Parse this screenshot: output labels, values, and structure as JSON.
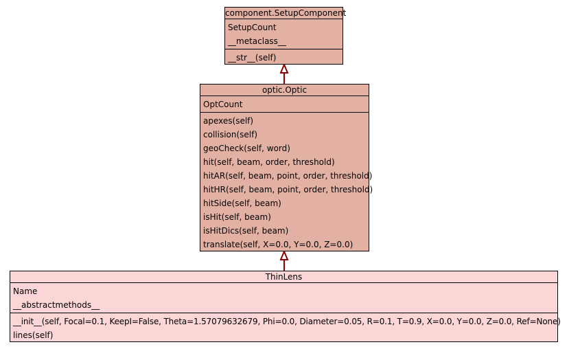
{
  "classes": {
    "setup": {
      "name": "component.SetupComponent",
      "attributes": [
        "SetupCount",
        "__metaclass__"
      ],
      "methods": [
        "__str__(self)"
      ],
      "fill": "#e3b1a3"
    },
    "optic": {
      "name": "optic.Optic",
      "attributes": [
        "OptCount"
      ],
      "methods": [
        "apexes(self)",
        "collision(self)",
        "geoCheck(self, word)",
        "hit(self, beam, order, threshold)",
        "hitAR(self, beam, point, order, threshold)",
        "hitHR(self, beam, point, order, threshold)",
        "hitSide(self, beam)",
        "isHit(self, beam)",
        "isHitDics(self, beam)",
        "translate(self, X=0.0, Y=0.0, Z=0.0)"
      ],
      "fill": "#e3b1a3"
    },
    "thinlens": {
      "name": "ThinLens",
      "attributes": [
        "Name",
        "__abstractmethods__"
      ],
      "methods": [
        "__init__(self, Focal=0.1, KeepI=False, Theta=1.57079632679, Phi=0.0, Diameter=0.05, R=0.1, T=0.9, X=0.0, Y=0.0, Z=0.0, Ref=None)",
        "lines(self)"
      ],
      "fill": "#fcd5d7"
    }
  },
  "arrow_color": "#8b0000"
}
